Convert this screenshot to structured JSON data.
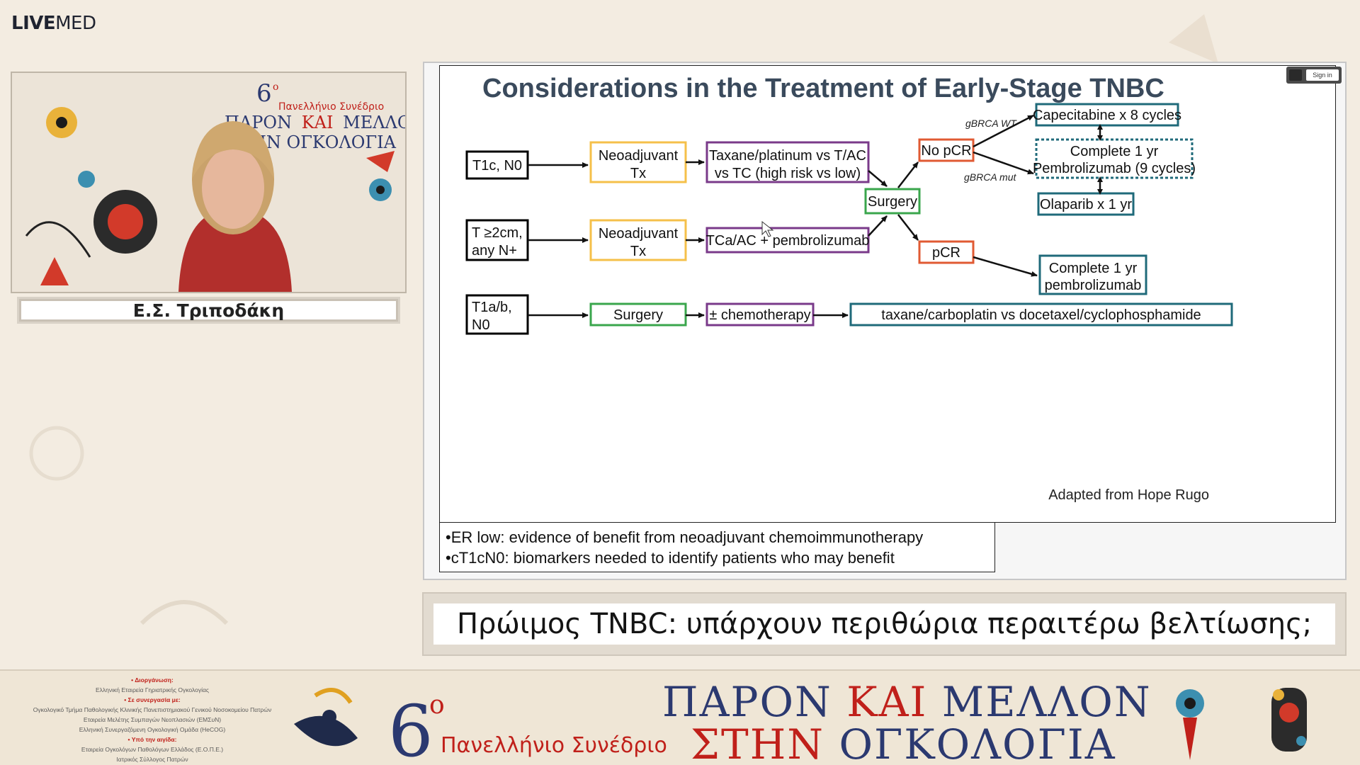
{
  "logo": {
    "bold": "LIVE",
    "light": "MED"
  },
  "speaker": {
    "name": "Ε.Σ. Τριποδάκη"
  },
  "cam_overlay": {
    "number": "6",
    "suffix": "ο",
    "event": "Πανελλήνιο Συνέδριο",
    "line1": "ΠΑΡΟΝ",
    "line1_red": "ΚΑΙ",
    "line1_end": "ΜΕΛΛΟΝ",
    "line2": "ΣΤΗΝ ΟΓΚΟΛΟΓΙΑ"
  },
  "slide": {
    "title": "Considerations in the Treatment of Early-Stage TNBC",
    "credit": "Adapted from Hope Rugo",
    "colors": {
      "black": "#000000",
      "yellow": "#f5c04a",
      "purple": "#7a3a8a",
      "green": "#3aa64c",
      "red": "#e05a33",
      "teal": "#1f6a7a"
    },
    "boxes": {
      "row1_stage": "T1c, N0",
      "row1_neo_a": "Neoadjuvant",
      "row1_neo_b": "Tx",
      "row1_chemo_a": "Taxane/platinum vs T/AC",
      "row1_chemo_b": "vs TC (high risk vs low)",
      "row2_stage_a": "T ≥2cm,",
      "row2_stage_b": "any N+",
      "row2_neo_a": "Neoadjuvant",
      "row2_neo_b": "Tx",
      "row2_chemo": "TCa/AC + pembrolizumab",
      "surgery": "Surgery",
      "no_pcr": "No pCR",
      "pcr": "pCR",
      "gbrca_wt": "gBRCA WT",
      "gbrca_mut": "gBRCA mut",
      "capecitabine": "Capecitabine x 8 cycles",
      "complete_pembro_a": "Complete 1 yr",
      "complete_pembro_b": "Pembrolizumab (9 cycles)",
      "olaparib": "Olaparib x 1 yr",
      "pcr_pembro_a": "Complete 1 yr",
      "pcr_pembro_b": "pembrolizumab",
      "row3_stage_a": "T1a/b,",
      "row3_stage_b": "N0",
      "row3_surgery": "Surgery",
      "row3_chemo": "± chemotherapy",
      "row3_regimen": "taxane/carboplatin vs docetaxel/cyclophosphamide"
    },
    "bullets": [
      "•ER low: evidence of benefit from  neoadjuvant chemoimmunotherapy",
      "•cT1cN0: biomarkers needed to identify patients who may benefit"
    ],
    "mini_controls": {
      "sign_in": "Sign in"
    }
  },
  "caption": "Πρώιμος TNBC: υπάρχουν περιθώρια περαιτέρω βελτίωσης;",
  "footer": {
    "org_lines": [
      {
        "text": "• Διοργάνωση:",
        "red": true
      },
      {
        "text": "Ελληνική Εταιρεία Γηριατρικής Ογκολογίας",
        "red": false
      },
      {
        "text": "• Σε συνεργασία με:",
        "red": true
      },
      {
        "text": "Ογκολογικό Τμήμα Παθολογικής Κλινικής Πανεπιστημιακού Γενικού Νοσοκομείου Πατρών",
        "red": false
      },
      {
        "text": "Εταιρεία Μελέτης Συμπαγών Νεοπλασιών (ΕΜΣυΝ)",
        "red": false
      },
      {
        "text": "Ελληνική Συνεργαζόμενη Ογκολογική Ομάδα (HeCOG)",
        "red": false
      },
      {
        "text": "• Υπό την αιγίδα:",
        "red": true
      },
      {
        "text": "Εταιρεία Ογκολόγων Παθολόγων Ελλάδος (Ε.Ο.Π.Ε.)",
        "red": false
      },
      {
        "text": "Ιατρικός Σύλλογος Πατρών",
        "red": false
      }
    ],
    "conf_number": "6",
    "conf_suffix": "ο",
    "conf_label": "Πανελλήνιο Συνέδριο",
    "title_a": "ΠΑΡΟΝ ",
    "title_red": "ΚΑΙ",
    "title_b": " ΜΕΛΛΟΝ",
    "sub_red": "ΣΤΗΝ",
    "sub_b": " ΟΓΚΟΛΟΓΙΑ"
  }
}
